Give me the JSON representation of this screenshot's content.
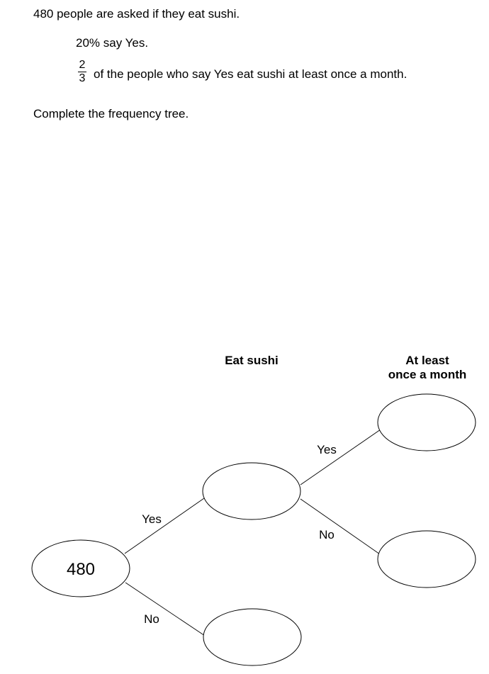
{
  "question": {
    "intro": "480 people are asked if they eat sushi.",
    "percent_statement": "20% say Yes.",
    "fraction": {
      "numerator": "2",
      "denominator": "3"
    },
    "fraction_statement": "of the people who say Yes eat sushi at least once a month.",
    "instruction": "Complete the frequency tree."
  },
  "tree": {
    "headers": {
      "eat_sushi": "Eat sushi",
      "at_least_line1": "At least",
      "at_least_line2": "once a month"
    },
    "root_value": "480",
    "branch_labels": {
      "first_yes": "Yes",
      "first_no": "No",
      "second_yes": "Yes",
      "second_no": "No"
    },
    "answers": {
      "eat_sushi_yes": "",
      "eat_sushi_no": "",
      "monthly_yes": "",
      "monthly_no": ""
    }
  }
}
